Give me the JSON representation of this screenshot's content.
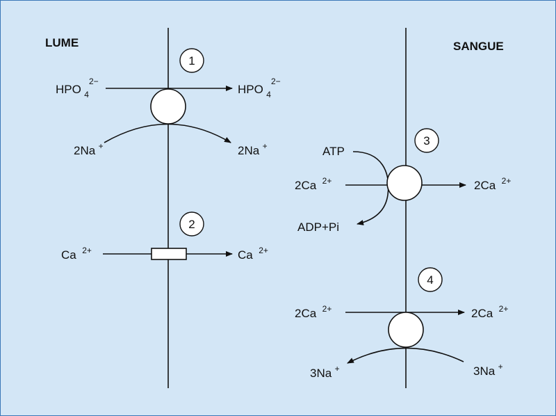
{
  "headers": {
    "left": "LUME",
    "right": "SANGUE"
  },
  "transporter_1": {
    "number": "1",
    "substrate": {
      "base": "HPO",
      "sub": "4",
      "sup": "2−"
    },
    "substrate_out": {
      "base": "HPO",
      "sub": "4",
      "sup": "2−"
    },
    "cotransport_in": {
      "base": "2Na",
      "sup": "+"
    },
    "cotransport_out": {
      "base": "2Na",
      "sup": "+"
    }
  },
  "transporter_2": {
    "number": "2",
    "substrate_in": {
      "base": "Ca",
      "sup": "2+"
    },
    "substrate_out": {
      "base": "Ca",
      "sup": "2+"
    }
  },
  "transporter_3": {
    "number": "3",
    "atp": "ATP",
    "adp": "ADP+Pi",
    "substrate_in": {
      "base": "2Ca",
      "sup": "2+"
    },
    "substrate_out": {
      "base": "2Ca",
      "sup": "2+"
    }
  },
  "transporter_4": {
    "number": "4",
    "substrate_in": {
      "base": "2Ca",
      "sup": "2+"
    },
    "substrate_out": {
      "base": "2Ca",
      "sup": "2+"
    },
    "counter_in": {
      "base": "3Na",
      "sup": "+"
    },
    "counter_out": {
      "base": "3Na",
      "sup": "+"
    }
  }
}
